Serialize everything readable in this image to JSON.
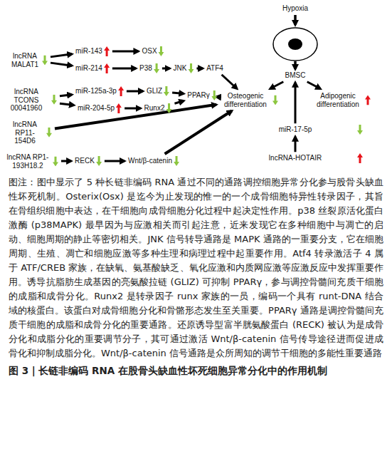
{
  "diagram": {
    "title": "图 3 | 长链非编码 RNA 在股骨头缺血性坏死细胞异常分化中的作用机制",
    "caption": "图注：图中显示了 5 种长链非编码 RNA 通过不同的通路调控细胞异常分化参与股骨头缺血性坏死机制。Osterix(Osx) 是迄今为止发现的惟一的一个成骨细胞特异性转录因子，其旨在骨组织细胞中表达，在干细胞向成骨细胞分化过程中起决定性作用。p38 丝裂原活化蛋白激酶 (p38MAPK) 最早因为与应激相关而引起注意，近来发现它在多种细胞中与凋亡的启动、细胞周期的静止等密切相关。JNK 信号转导通路是 MAPK 通路的一重要分支，它在细胞周期、生殖、凋亡和细胞应激等多种生理和病理过程中起重要作用。Atf4 转录激活子 4 属于 ATF/CREB 家族，在缺氧、氨基酸缺乏、氧化应激和内质网应激等应激反应中发挥重要作用。诱导抗脂肪生成基因的亮氨酸拉链 (GLIZ) 可抑制 PPARγ，参与调控骨髓间充质干细胞的成脂和成骨分化。Runx2 是转录因子 runx 家族的一员，编码一个具有 runt-DNA 结合域的核蛋白。该蛋白对成骨细胞分化和骨骼形态发生至关重要。PPARγ 通路是调控骨髓间充质干细胞的成脂和成骨分化的重要通路。还原诱导型富半胱氨酸蛋白 (RECK) 被认为是成骨分化和成脂分化的重要调节分子，其可通过激活 Wnt/β-catenin 信号传导途径进而促进成骨化和抑制成脂分化。Wnt/β-catenin 信号通路是众所周知的调节干细胞的多能性重要通路",
    "nodes": [
      {
        "text": [
          "lncRNA MALAT1"
        ]
      },
      {
        "text": [
          "miR-143"
        ]
      },
      {
        "text": [
          "OSX"
        ]
      },
      {
        "text": [
          "miR-214"
        ]
      },
      {
        "text": [
          "P38"
        ]
      },
      {
        "text": [
          "JNK"
        ]
      },
      {
        "text": [
          "ATF4"
        ]
      },
      {
        "text": [
          "lncRNA TCONS 00041960"
        ]
      },
      {
        "text": [
          "miR-125a-3p"
        ]
      },
      {
        "text": [
          "GLIZ"
        ]
      },
      {
        "text": [
          "miR-204-5p"
        ]
      },
      {
        "text": [
          "Runx2"
        ]
      },
      {
        "text": [
          "PPARγ"
        ]
      },
      {
        "text": [
          "lncRNA RP11-154D6"
        ]
      },
      {
        "text": [
          "lncRNA RP1-193H18.2"
        ]
      },
      {
        "text": [
          "RECK"
        ]
      },
      {
        "text": [
          "Wnt/β-catenin"
        ]
      },
      {
        "text": [
          "Hypoxia"
        ]
      },
      {
        "text": [
          "BMSC"
        ]
      },
      {
        "text": [
          "Osteogenic differentiation"
        ]
      },
      {
        "text": [
          "Adipogenic differentiation"
        ]
      },
      {
        "text": [
          "miR-17-5p"
        ]
      },
      {
        "text": [
          "lncRNA-HOTAIR"
        ]
      }
    ],
    "edges": [
      {
        "from": 0,
        "to": 1,
        "arrow": "to"
      },
      {
        "from": 1,
        "to": 2,
        "arrow": "to"
      },
      {
        "from": 0,
        "to": 3,
        "arrow": "to"
      },
      {
        "from": 3,
        "to": 4,
        "arrow": "to"
      },
      {
        "from": 4,
        "to": 5,
        "arrow": "to"
      },
      {
        "from": 5,
        "to": 6,
        "arrow": "to"
      },
      {
        "from": 6,
        "to": 19,
        "arrow": "to"
      },
      {
        "from": 7,
        "to": 8,
        "arrow": "to"
      },
      {
        "from": 8,
        "to": 9,
        "arrow": "to"
      },
      {
        "from": 7,
        "to": 10,
        "arrow": "to"
      },
      {
        "from": 10,
        "to": 11,
        "arrow": "to"
      },
      {
        "from": 9,
        "to": 12,
        "arrow": "to"
      },
      {
        "from": 11,
        "to": 12,
        "arrow": "to"
      },
      {
        "from": 12,
        "to": 19,
        "arrow": "to"
      },
      {
        "from": 13,
        "to": 19,
        "arrow": "to"
      },
      {
        "from": 14,
        "to": 15,
        "arrow": "to"
      },
      {
        "from": 15,
        "to": 16,
        "arrow": "to"
      },
      {
        "from": 16,
        "to": 19,
        "arrow": "to"
      },
      {
        "from": 18,
        "to": 19,
        "arrow": "to"
      },
      {
        "from": 18,
        "to": 20,
        "arrow": "to"
      },
      {
        "from": 22,
        "to": 21,
        "arrow": "to"
      },
      {
        "from": 21,
        "to": 18,
        "arrow": "to"
      }
    ]
  }
}
